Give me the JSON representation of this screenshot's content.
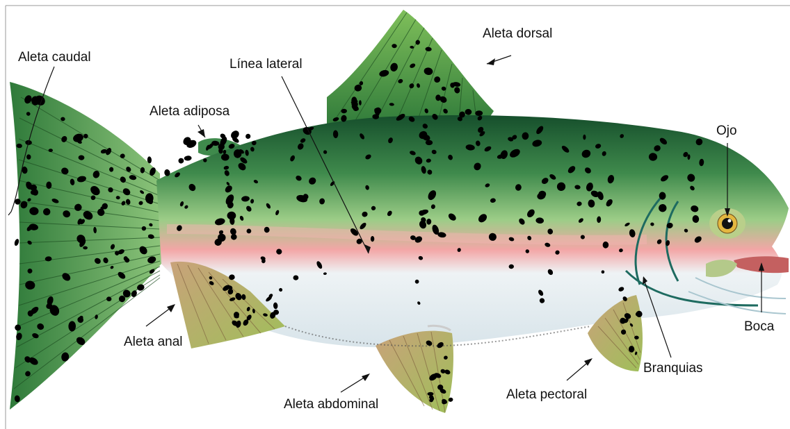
{
  "labels": {
    "aleta_caudal": "Aleta caudal",
    "linea_lateral": "Línea lateral",
    "aleta_dorsal": "Aleta dorsal",
    "aleta_adiposa": "Aleta adiposa",
    "ojo": "Ojo",
    "boca": "Boca",
    "branquias": "Branquias",
    "aleta_anal": "Aleta anal",
    "aleta_abdominal": "Aleta abdominal",
    "aleta_pectoral": "Aleta pectoral"
  },
  "colors": {
    "back": "#1f6b3a",
    "mid": "#8cc07a",
    "stripe": "#f0a0a0",
    "belly": "#e6eef2",
    "fin_green": "#6fa84a",
    "fin_tan": "#c9a27a",
    "spot": "#000000"
  }
}
